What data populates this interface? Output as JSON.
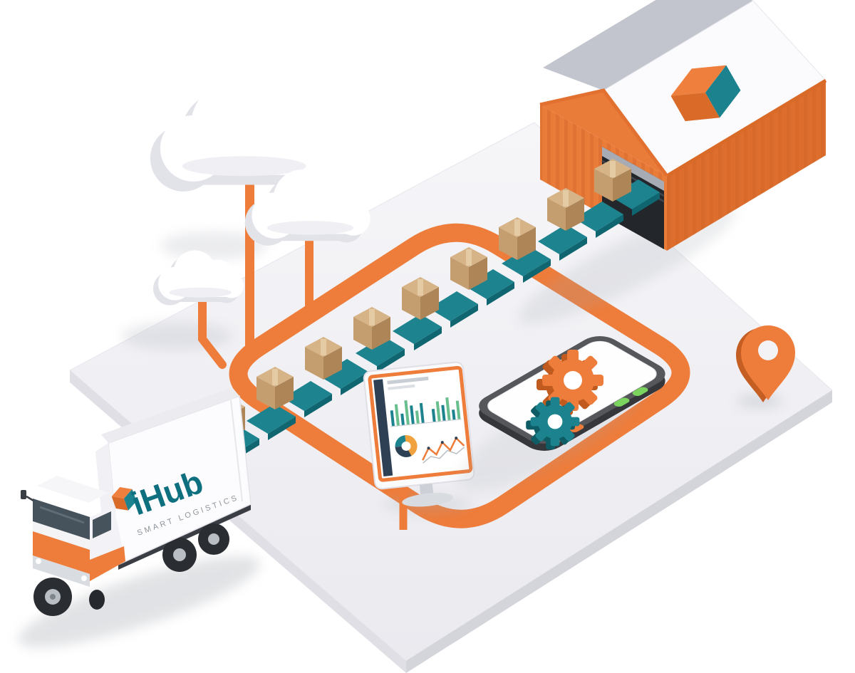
{
  "meta": {
    "title": "iHub smart logistics — 3D isometric illustration"
  },
  "brand": {
    "name": "iHub",
    "tagline": "SMART LOGISTICS"
  },
  "palette": {
    "orange": "#EE7C3A",
    "orange_dark": "#D96A28",
    "orange_deep": "#C05A1E",
    "teal": "#1B828E",
    "teal_dark": "#0F6570",
    "navy": "#2E4054",
    "cardboard": "#D7B488",
    "cardboard_shadow": "#AE8557",
    "platform": "#F3F3F6",
    "platform_side": "#DFDFE5",
    "roof_gray": "#C2C5CD",
    "phone_frame": "#55575B",
    "button_green": "#7BD45E",
    "cloud_white": "#FFFFFF"
  },
  "scene": {
    "objects": [
      {
        "name": "cloud-group",
        "label": "clouds on orange posts linked to the route loop",
        "count": 3
      },
      {
        "name": "route-loop",
        "label": "orange rounded route loop on platform"
      },
      {
        "name": "conveyor-belt",
        "label": "teal segmented conveyor carrying cardboard boxes into warehouse",
        "segments": 12,
        "boxes": 9
      },
      {
        "name": "warehouse",
        "label": "orange corrugated warehouse with brand mark on white roof"
      },
      {
        "name": "delivery-truck",
        "label": "white box truck with iHub branding"
      },
      {
        "name": "analytics-monitor",
        "label": "dashboard display with bar, donut and line charts"
      },
      {
        "name": "smartphone",
        "label": "smartphone with orange and teal process gears on screen"
      },
      {
        "name": "location-pin",
        "label": "orange 3D location marker"
      }
    ]
  }
}
